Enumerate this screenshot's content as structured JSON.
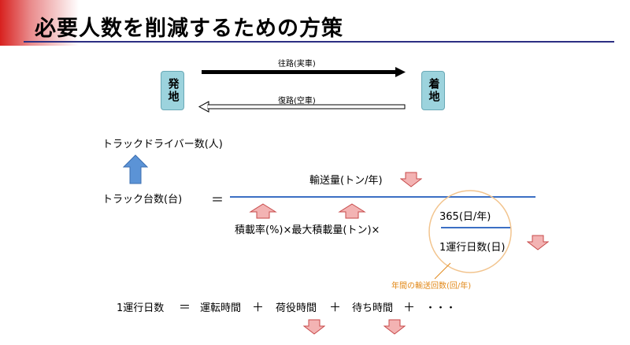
{
  "title": "必要人数を削減するための方策",
  "origin": "発地",
  "destination": "着地",
  "outbound_label": "往路(実車)",
  "return_label": "復路(空車)",
  "drivers_label": "トラックドライバー数(人)",
  "trucks_label": "トラック台数(台)",
  "equals": "＝",
  "numerator": "輸送量(トン/年)",
  "denominator": "積載率(%)×最大積載量(トン)×",
  "fraction_top": "365(日/年)",
  "fraction_bottom": "1運行日数(日)",
  "callout_label": "年間の輸送回数(回/年)",
  "bottom_equation": {
    "lhs": "1運行日数",
    "eq": "＝",
    "terms": [
      "運転時間",
      "荷役時間",
      "待ち時間",
      "・・・"
    ],
    "plus": "＋"
  },
  "colors": {
    "title_red": "#d8211f",
    "title_rule": "#2c2e83",
    "place_box": "#9cd3dd",
    "fraction_line": "#3b6fc4",
    "up_arrow_blue": "#5b93d6",
    "red_arrow_fill": "#f3b3b3",
    "red_arrow_stroke": "#c74a4a",
    "circle_orange": "#f2c48e",
    "callout_text": "#e2891a"
  },
  "icons": [
    "arrow-right-solid-icon",
    "arrow-left-hollow-icon",
    "up-arrow-blue-icon",
    "down-arrow-red-icon",
    "up-arrow-red-icon"
  ]
}
